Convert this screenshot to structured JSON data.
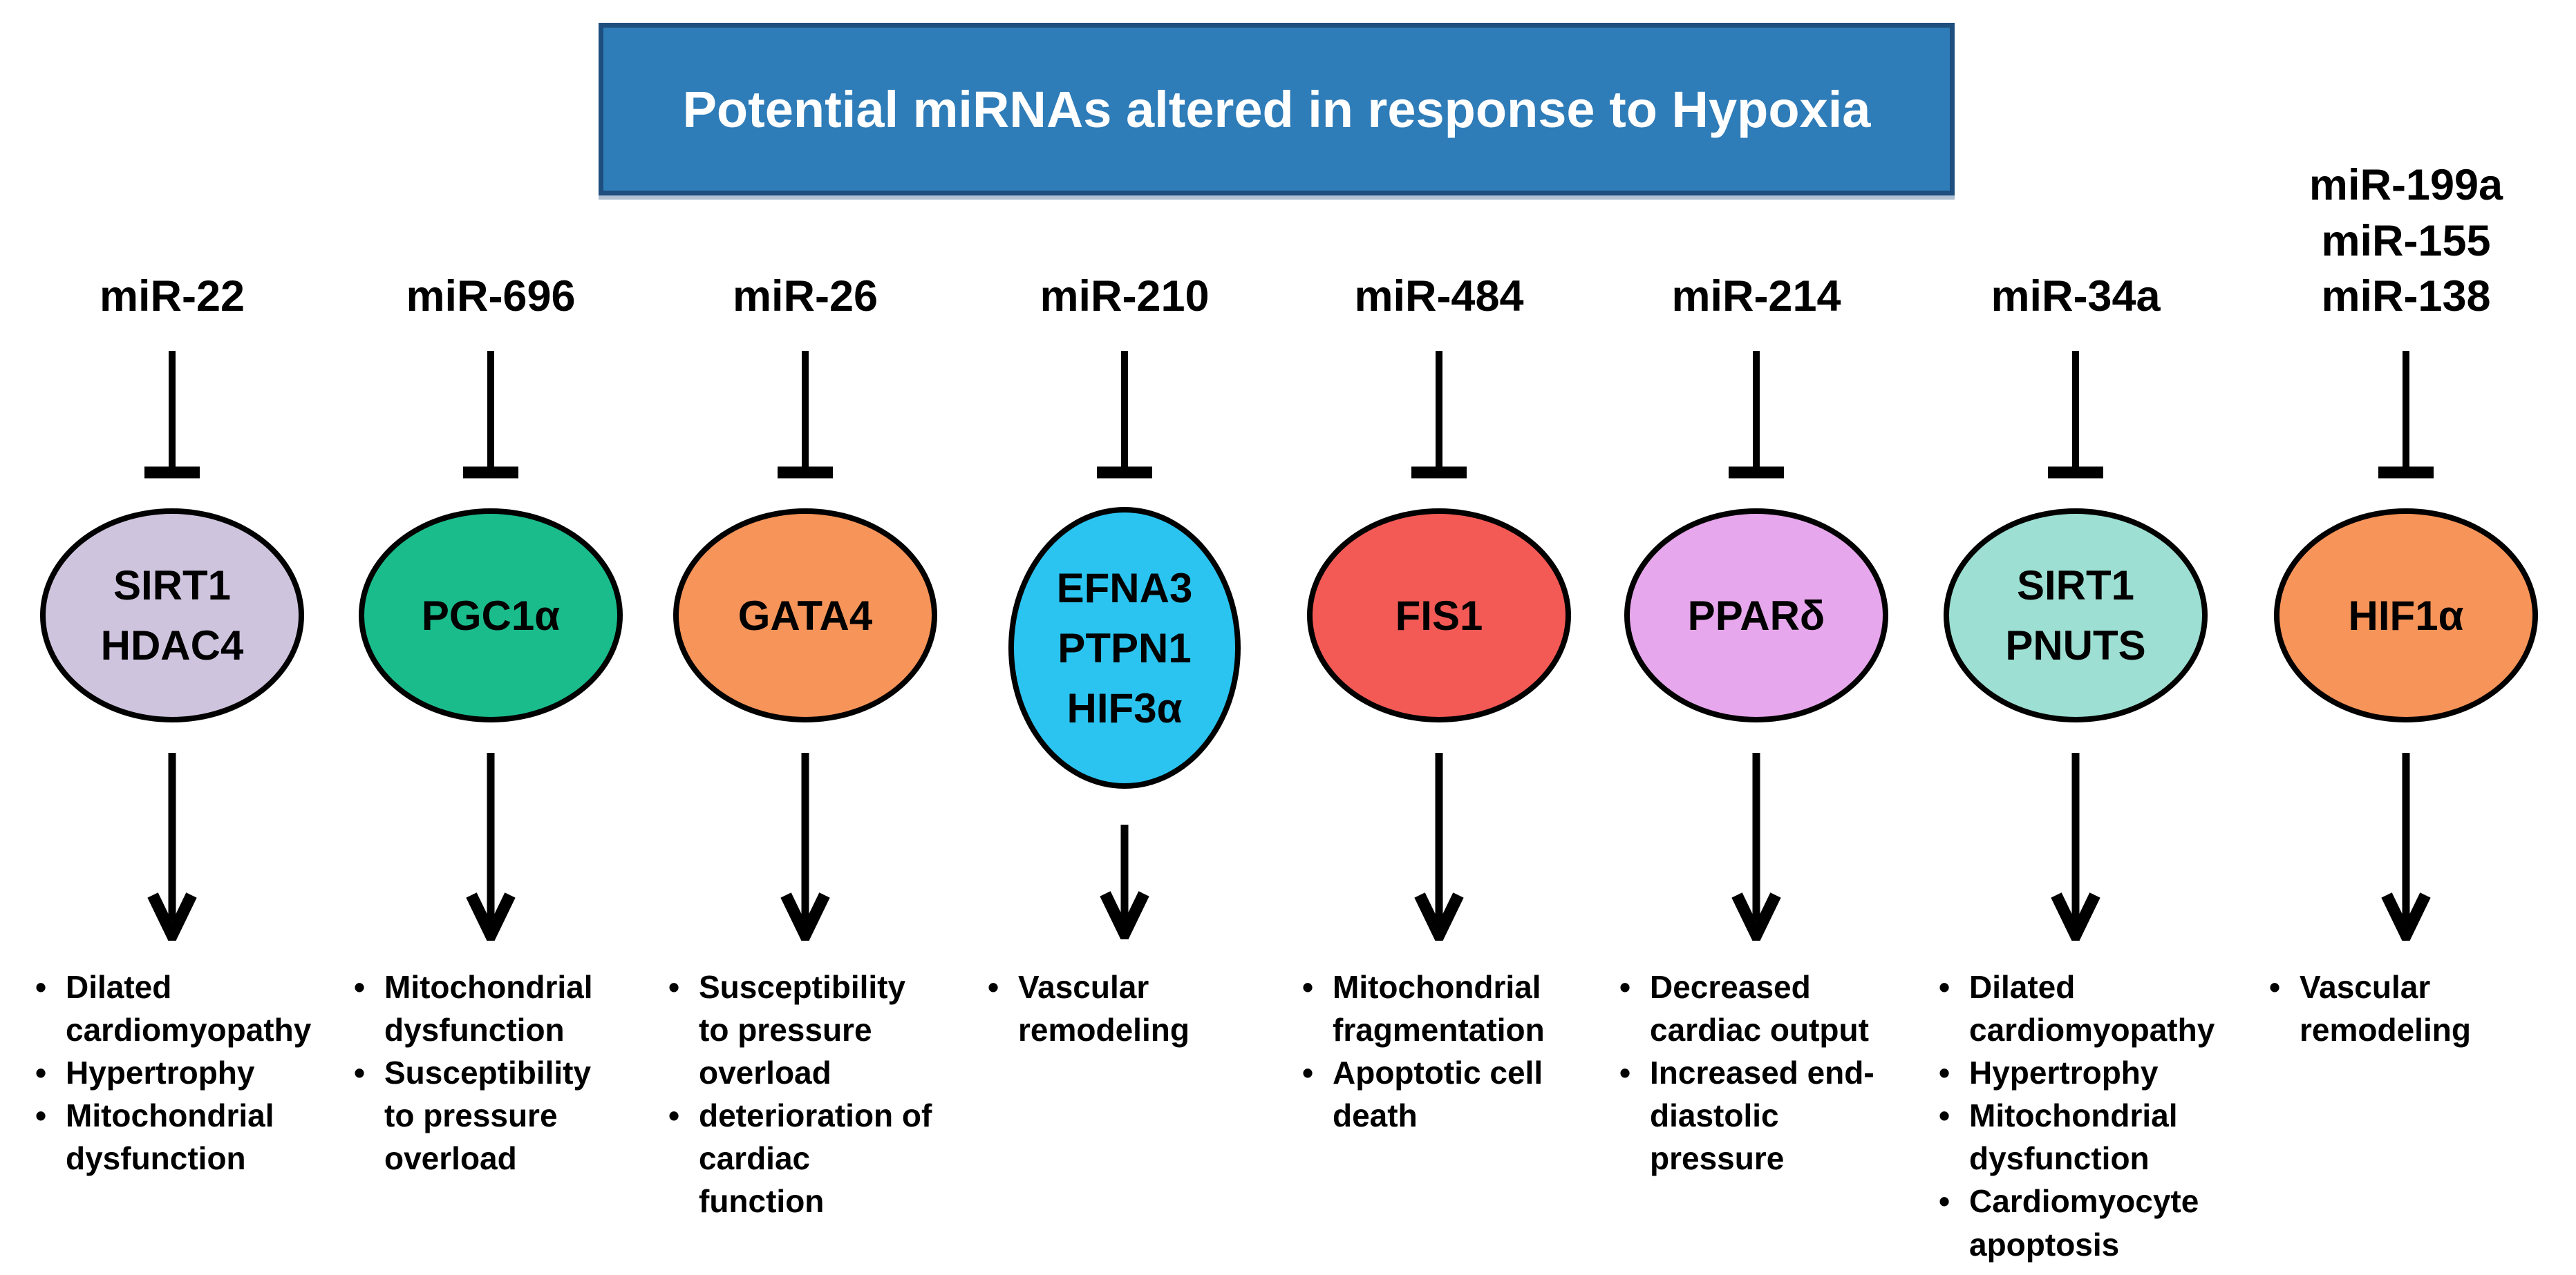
{
  "title": {
    "text": "Potential miRNAs altered in response to Hypoxia",
    "bg_color": "#2E7CB8",
    "border_color": "#1D4E7E",
    "text_color": "#FFFFFF"
  },
  "columns": [
    {
      "mirnas": [
        "miR-22"
      ],
      "genes": [
        "SIRT1",
        "HDAC4"
      ],
      "color": "#CFC4DE",
      "effects": [
        "Dilated cardiomyopathy",
        "Hypertrophy",
        "Mitochondrial dysfunction"
      ]
    },
    {
      "mirnas": [
        "miR-696"
      ],
      "genes": [
        "PGC1α"
      ],
      "color": "#1ABC8C",
      "effects": [
        "Mitochondrial dysfunction",
        "Susceptibility to pressure overload"
      ]
    },
    {
      "mirnas": [
        "miR-26"
      ],
      "genes": [
        "GATA4"
      ],
      "color": "#F79459",
      "effects": [
        "Susceptibility to pressure overload",
        "deterioration of cardiac function"
      ]
    },
    {
      "mirnas": [
        "miR-210"
      ],
      "genes": [
        "EFNA3",
        "PTPN1",
        "HIF3α"
      ],
      "color": "#2BC4F0",
      "effects": [
        "Vascular remodeling"
      ]
    },
    {
      "mirnas": [
        "miR-484"
      ],
      "genes": [
        "FIS1"
      ],
      "color": "#F45A55",
      "effects": [
        "Mitochondrial fragmentation",
        "Apoptotic cell death"
      ]
    },
    {
      "mirnas": [
        "miR-214"
      ],
      "genes": [
        "PPARδ"
      ],
      "color": "#E7A7EC",
      "effects": [
        "Decreased cardiac output",
        "Increased end-diastolic pressure"
      ]
    },
    {
      "mirnas": [
        "miR-34a"
      ],
      "genes": [
        "SIRT1",
        "PNUTS"
      ],
      "color": "#9DDFD3",
      "effects": [
        "Dilated cardiomyopathy",
        "Hypertrophy",
        "Mitochondrial dysfunction",
        "Cardiomyocyte apoptosis"
      ]
    },
    {
      "mirnas": [
        "miR-199a",
        "miR-155",
        "miR-138"
      ],
      "genes": [
        "HIF1α"
      ],
      "color": "#F79459",
      "effects": [
        "Vascular remodeling"
      ]
    }
  ]
}
